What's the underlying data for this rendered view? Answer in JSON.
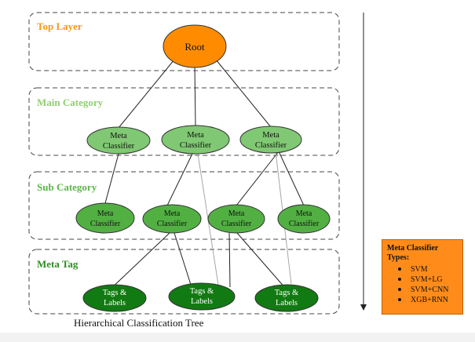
{
  "colors": {
    "top_label": "#f59a0c",
    "main_label": "#8fcf72",
    "sub_label": "#5cb548",
    "tag_label": "#2e8b22",
    "root_fill": "#ff8c00",
    "main_node_fill": "#80c873",
    "sub_node_fill": "#52b043",
    "tag_node_fill": "#127a12",
    "legend_fill": "#ff8c1a"
  },
  "layers": {
    "top": {
      "label": "Top Layer"
    },
    "main": {
      "label": "Main Category"
    },
    "sub": {
      "label": "Sub Category"
    },
    "tag": {
      "label": "Meta Tag"
    }
  },
  "nodes": {
    "root": {
      "label": "Root"
    },
    "meta_line1": "Meta",
    "meta_line2": "Classifier",
    "tag_line1": "Tags &",
    "tag_line2": "Labels"
  },
  "caption": "Hierarchical Classification Tree",
  "legend": {
    "title_line1": "Meta Classifier",
    "title_line2": "Types:",
    "items": [
      "SVM",
      "SVM+LG",
      "SVM+CNN",
      "XGB+RNN"
    ]
  }
}
